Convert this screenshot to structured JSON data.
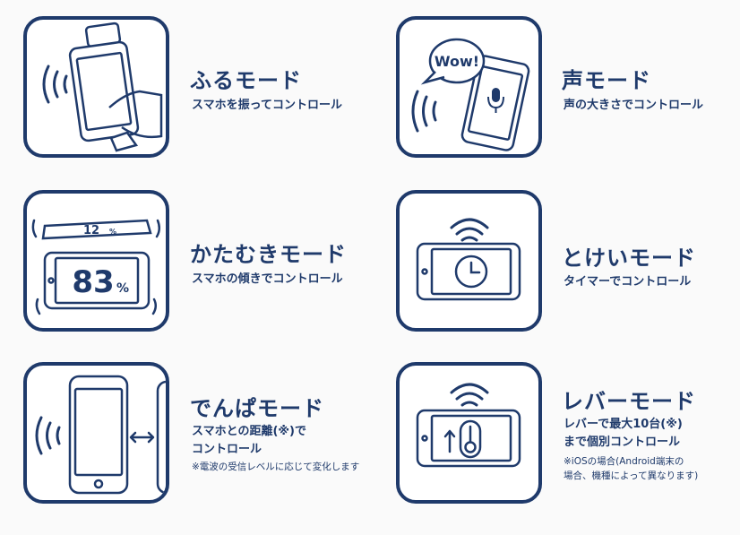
{
  "colors": {
    "navy": "#1f3a6b",
    "background": "#fafafa"
  },
  "modes": [
    {
      "title": "ふるモード",
      "desc": "スマホを振ってコントロール",
      "icon": "shake-phone-icon"
    },
    {
      "title": "声モード",
      "desc": "声の大きさでコントロール",
      "icon": "voice-phone-icon",
      "bubble": "Wow!"
    },
    {
      "title": "かたむきモード",
      "desc": "スマホの傾きでコントロール",
      "icon": "tilt-phone-icon",
      "small_value": "12",
      "big_value": "83",
      "unit": "%"
    },
    {
      "title": "とけいモード",
      "desc": "タイマーでコントロール",
      "icon": "clock-phone-icon"
    },
    {
      "title": "でんぱモード",
      "desc_line1": "スマホとの距離(※)で",
      "desc_line2": "コントロール",
      "note": "※電波の受信レベルに応じて変化します",
      "icon": "radio-distance-icon"
    },
    {
      "title": "レバーモード",
      "desc_line1": "レバーで最大10台(※)",
      "desc_line2": "まで個別コントロール",
      "note_line1": "※iOSの場合(Android端末の",
      "note_line2": "場合、機種によって異なります)",
      "icon": "lever-phone-icon"
    }
  ]
}
